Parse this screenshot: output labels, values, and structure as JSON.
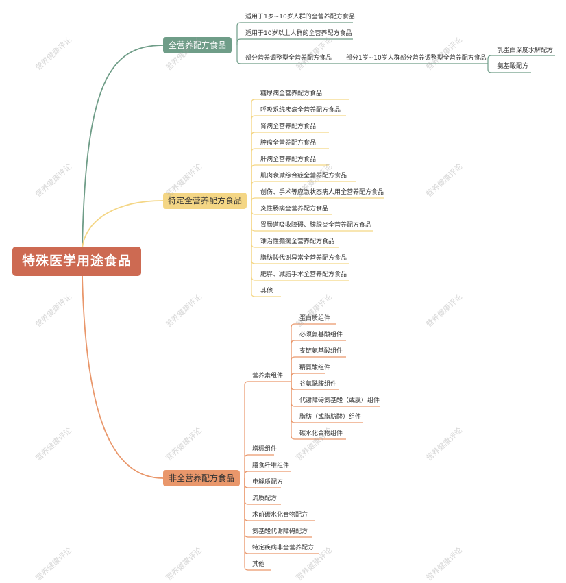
{
  "root": {
    "label": "特殊医学用途食品"
  },
  "branches": {
    "full": {
      "label": "全营养配方食品",
      "items": [
        "适用于1岁~10岁人群的全营养配方食品",
        "适用于10岁以上人群的全营养配方食品",
        "部分营养调整型全营养配方食品"
      ],
      "sub_label": "部分1岁~10岁人群部分营养调整型全营养配方食品",
      "sub_items": [
        "乳蛋白深度水解配方",
        "氨基酸配方"
      ]
    },
    "specific": {
      "label": "特定全营养配方食品",
      "items": [
        "糖尿病全营养配方食品",
        "呼吸系统疾病全营养配方食品",
        "肾病全营养配方食品",
        "肿瘤全营养配方食品",
        "肝病全营养配方食品",
        "肌肉衰减综合症全营养配方食品",
        "创伤、手术等应激状态病人用全营养配方食品",
        "炎性肠病全营养配方食品",
        "胃肠道吸收障碍、胰腺炎全营养配方食品",
        "难治性癫痫全营养配方食品",
        "脂肪酸代谢异常全营养配方食品",
        "肥胖、减脂手术全营养配方食品",
        "其他"
      ]
    },
    "nonfull": {
      "label": "非全营养配方食品",
      "group_label": "营养素组件",
      "group_items": [
        "蛋白质组件",
        "必须氨基酸组件",
        "支链氨基酸组件",
        "精氨酸组件",
        "谷氨酰胺组件",
        "代谢障碍氨基酸（或肽）组件",
        "脂肪（或脂肪酸）组件",
        "碳水化合物组件"
      ],
      "items": [
        "增稠组件",
        "膳食纤维组件",
        "电解质配方",
        "流质配方",
        "术前碳水化合物配方",
        "氨基酸代谢障碍配方",
        "特定疾病非全营养配方",
        "其他"
      ]
    }
  },
  "colors": {
    "root": "#cd6a52",
    "full": "#6f9d88",
    "specific": "#f4d685",
    "nonfull": "#e9976b"
  },
  "watermark": "营养健康评论"
}
